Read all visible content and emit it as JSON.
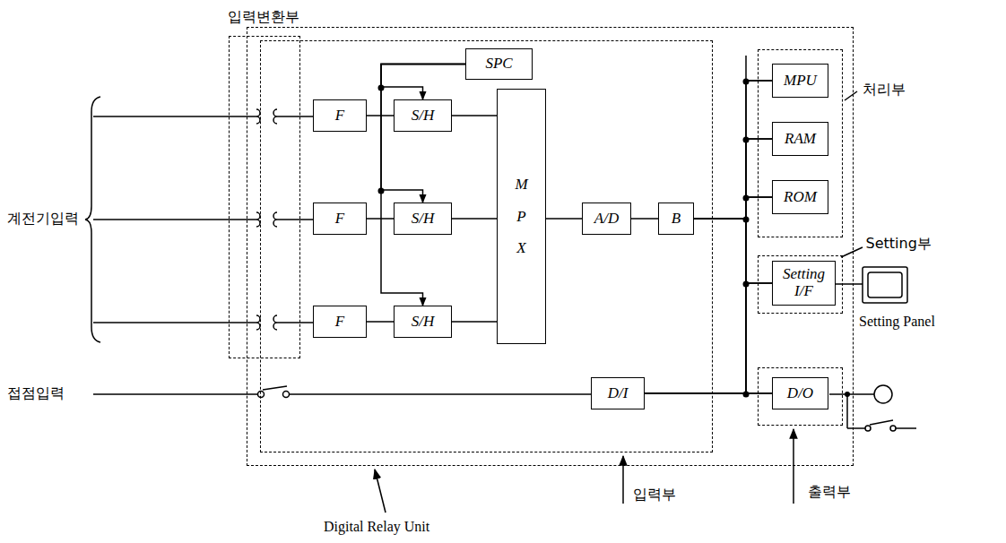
{
  "diagram": {
    "nodes": [
      {
        "text": [
          "입력변환부"
        ]
      },
      {
        "text": [
          "Digital Relay Unit"
        ]
      },
      {
        "text": [
          "입력부"
        ],
        "in": 1
      },
      {
        "text": [
          "SPC"
        ],
        "in": 2
      },
      {
        "text": [
          "F"
        ],
        "in": 2
      },
      {
        "text": [
          "S/H"
        ],
        "in": 2
      },
      {
        "text": [
          "F"
        ],
        "in": 2
      },
      {
        "text": [
          "S/H"
        ],
        "in": 2
      },
      {
        "text": [
          "F"
        ],
        "in": 2
      },
      {
        "text": [
          "S/H"
        ],
        "in": 2
      },
      {
        "text": [
          "M P X"
        ],
        "in": 2
      },
      {
        "text": [
          "A/D"
        ],
        "in": 2
      },
      {
        "text": [
          "B"
        ],
        "in": 2
      },
      {
        "text": [
          "D/I"
        ],
        "in": 2
      },
      {
        "text": [
          "처리부"
        ],
        "in": 1
      },
      {
        "text": [
          "MPU"
        ],
        "in": 14
      },
      {
        "text": [
          "RAM"
        ],
        "in": 14
      },
      {
        "text": [
          "ROM"
        ],
        "in": 14
      },
      {
        "text": [
          "Setting부"
        ],
        "in": 1
      },
      {
        "text": [
          "Setting I/F"
        ],
        "in": 18
      },
      {
        "text": [
          "출력부"
        ],
        "in": 1
      },
      {
        "text": [
          "D/O"
        ],
        "in": 20
      }
    ],
    "edges": [
      {
        "from": 4,
        "to": 5,
        "arrow": "none"
      },
      {
        "from": 6,
        "to": 7,
        "arrow": "none"
      },
      {
        "from": 8,
        "to": 9,
        "arrow": "none"
      },
      {
        "from": 5,
        "to": 10,
        "arrow": "none"
      },
      {
        "from": 7,
        "to": 10,
        "arrow": "none"
      },
      {
        "from": 9,
        "to": 10,
        "arrow": "none"
      },
      {
        "from": 3,
        "to": 5,
        "arrow": "to"
      },
      {
        "from": 3,
        "to": 7,
        "arrow": "to"
      },
      {
        "from": 3,
        "to": 9,
        "arrow": "to"
      },
      {
        "from": 10,
        "to": 11,
        "arrow": "none"
      },
      {
        "from": 11,
        "to": 12,
        "arrow": "none"
      },
      {
        "from": 12,
        "to": 15,
        "arrow": "none"
      },
      {
        "from": 12,
        "to": 16,
        "arrow": "none"
      },
      {
        "from": 12,
        "to": 17,
        "arrow": "none"
      },
      {
        "from": 12,
        "to": 19,
        "arrow": "none"
      },
      {
        "from": 12,
        "to": 21,
        "arrow": "none"
      },
      {
        "from": 13,
        "to": 15,
        "arrow": "none"
      },
      {
        "from": 13,
        "to": 16,
        "arrow": "none"
      },
      {
        "from": 13,
        "to": 17,
        "arrow": "none"
      },
      {
        "from": 13,
        "to": 19,
        "arrow": "none"
      },
      {
        "from": 13,
        "to": 21,
        "arrow": "none"
      }
    ],
    "labels": [
      "계전기입력",
      "접점입력",
      "Setting Panel"
    ]
  }
}
